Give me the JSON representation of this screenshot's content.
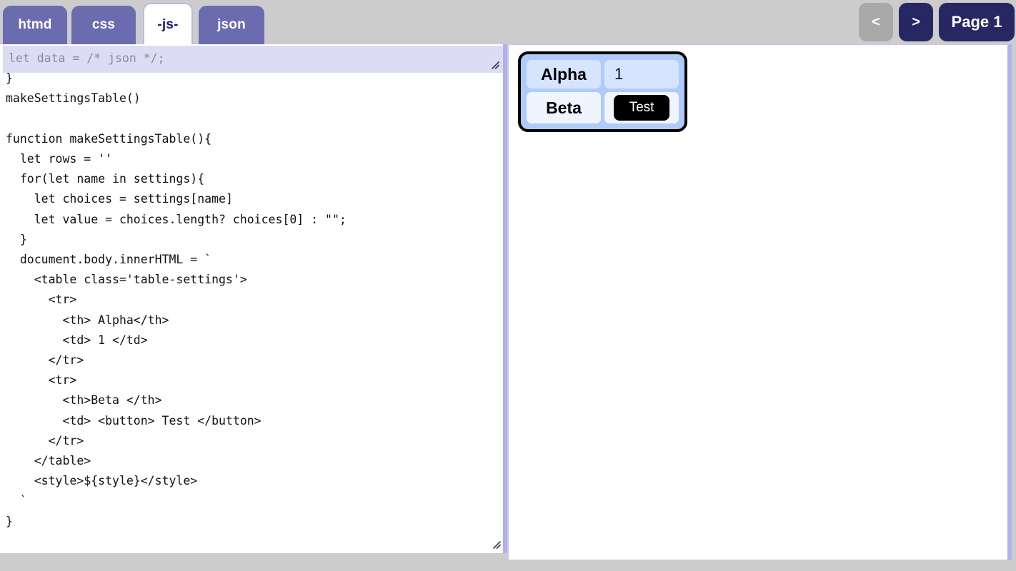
{
  "tabs": [
    {
      "label": "htmd",
      "active": false
    },
    {
      "label": "css",
      "active": false
    },
    {
      "label": "-js-",
      "active": true
    },
    {
      "label": "json",
      "active": false
    }
  ],
  "pager": {
    "prev_label": "<",
    "next_label": ">",
    "page_label": "Page 1"
  },
  "editor": {
    "overlay_value": "let data = /* json */;",
    "code_value": "  'beta' : words('a b c d e')\n}\nmakeSettingsTable()\n\nfunction makeSettingsTable(){\n  let rows = ''\n  for(let name in settings){\n    let choices = settings[name]\n    let value = choices.length? choices[0] : \"\";\n  }\n  document.body.innerHTML = `\n    <table class='table-settings'>\n      <tr>\n        <th> Alpha</th>\n        <td> 1 </td>\n      </tr>\n      <tr>\n        <th>Beta </th>\n        <td> <button> Test </button>\n      </tr>\n    </table>\n    <style>${style}</style>\n  `\n}"
  },
  "preview": {
    "table": {
      "rows": [
        {
          "header": "Alpha",
          "value": "1",
          "type": "text"
        },
        {
          "header": "Beta",
          "value": "Test",
          "type": "button"
        }
      ]
    }
  },
  "icons": {
    "resize_grip": "resize-grip-icon"
  },
  "colors": {
    "page_background": "#cccccc",
    "tab_inactive": "#6b6cb0",
    "tab_active_bg": "#ffffff",
    "tab_active_text": "#1b1b6e",
    "pager_disabled": "#a8a8a8",
    "pager_active": "#272763",
    "overlay_bg": "#dcdcf5",
    "overlay_text": "#8a8a9c",
    "pane_border": "#b0b0ee",
    "table_bg": "#aecbfa",
    "table_row1_cell": "#d6e4fd",
    "table_row2_cell": "#f0f4fd",
    "button_bg": "#000000"
  }
}
